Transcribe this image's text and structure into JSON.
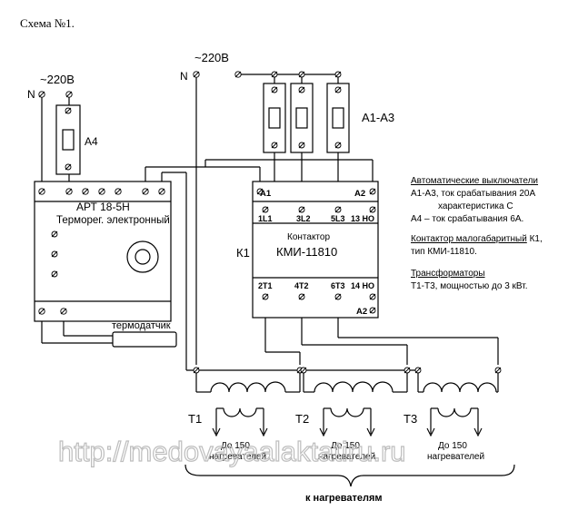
{
  "title": "Схема №1.",
  "supply_left": {
    "n": "N",
    "voltage": "~220В"
  },
  "supply_top": {
    "n": "N",
    "voltage": "~220В"
  },
  "breaker_a4": "A4",
  "breakers_a1_a3": "A1-A3",
  "thermoregulator": {
    "model": "АРТ 18-5Н",
    "desc": "Терморег. электронный"
  },
  "sensor": "термодатчик",
  "contactor": {
    "ref": "К1",
    "name": "Контактор",
    "model": "КМИ-11810",
    "top_labels": [
      "A1",
      "A2"
    ],
    "in_labels": [
      "1L1",
      "3L2",
      "5L3",
      "13 НО"
    ],
    "out_labels": [
      "2T1",
      "4T2",
      "6T3",
      "14 НО"
    ],
    "bottom_label": "A2"
  },
  "transformers": [
    {
      "label": "Т1",
      "load": [
        "До 150",
        "нагревателей"
      ]
    },
    {
      "label": "Т2",
      "load": [
        "До 150",
        "нагревателей"
      ]
    },
    {
      "label": "Т3",
      "load": [
        "До 150",
        "нагревателей"
      ]
    }
  ],
  "bottom_label": "к нагревателям",
  "legend": [
    {
      "heading": "Автоматические выключатели",
      "lines": [
        "A1-A3, ток срабатывания 20А",
        "характеристика С",
        "A4 – ток срабатывания 6А."
      ]
    },
    {
      "heading": "Контактор малогабаритный",
      "heading_suffix": " К1,",
      "lines": [
        "тип КМИ-11810."
      ]
    },
    {
      "heading": "Трансформаторы",
      "lines": [
        "Т1-Т3, мощностью до 3 кВт."
      ]
    }
  ],
  "watermark": "http://medovayaalaktatiru.ru"
}
